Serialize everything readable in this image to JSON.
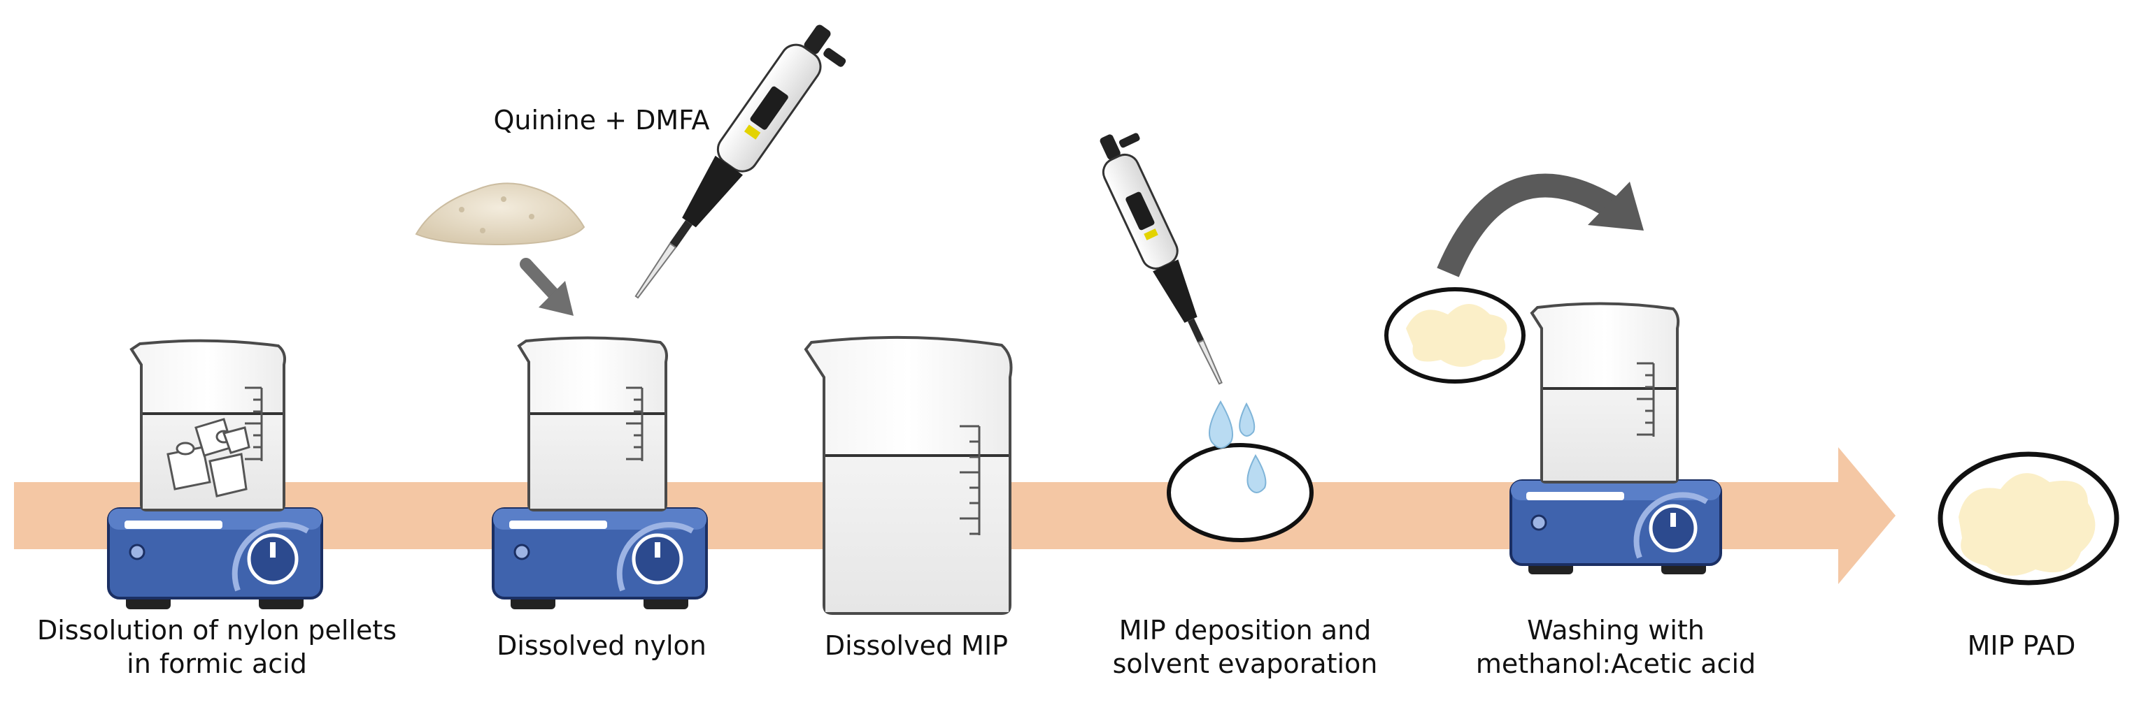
{
  "top_label": "Quinine + DMFA",
  "steps": [
    {
      "line1": "Dissolution of nylon pellets",
      "line2": "in formic acid"
    },
    {
      "line1": "Dissolved nylon",
      "line2": ""
    },
    {
      "line1": "Dissolved MIP",
      "line2": ""
    },
    {
      "line1": "MIP deposition and",
      "line2": "solvent evaporation"
    },
    {
      "line1": "Washing with",
      "line2": "methanol:Acetic acid"
    },
    {
      "line1": "MIP PAD",
      "line2": ""
    }
  ],
  "colors": {
    "process_arrow": "#f4c7a4",
    "stirrer_body": "#3f63ad",
    "stirrer_top": "#5a7fc8",
    "stirrer_dark": "#1b2f63",
    "pad_fill": "#fbefc8",
    "powder": "#e7dcc6",
    "down_arrow": "#6f6f6f",
    "curved_arrow": "#5a5a5a",
    "droplet": "#b9dbf2",
    "pipette_body": "#f2f2f2",
    "pipette_dark": "#222222"
  }
}
